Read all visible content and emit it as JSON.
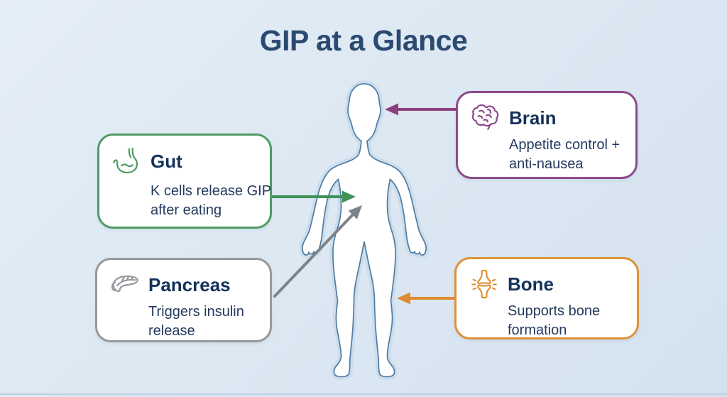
{
  "title": "GIP at a Glance",
  "theme": {
    "background": "#dde8f2",
    "title_color": "#2b4a70",
    "card_title_color": "#14325a",
    "card_text_color": "#243a5e",
    "body_outline": "#517a9e",
    "body_glow": "#c7dbed",
    "body_fill": "#ffffff",
    "baseline_color": "#becfdf"
  },
  "figure": {
    "name": "human-body-silhouette"
  },
  "cards": [
    {
      "id": "gut",
      "label": "Gut",
      "description": "K cells release GIP\nafter eating",
      "color": "#4f9c64",
      "icon": "stomach-icon"
    },
    {
      "id": "brain",
      "label": "Brain",
      "description": "Appetite control +\nanti-nausea",
      "color": "#8d4b8c",
      "icon": "brain-icon"
    },
    {
      "id": "pancreas",
      "label": "Pancreas",
      "description": "Triggers insulin\nrelease",
      "color": "#96999e",
      "icon": "pancreas-icon"
    },
    {
      "id": "bone",
      "label": "Bone",
      "description": "Supports bone\nformation",
      "color": "#df9138",
      "icon": "bone-icon"
    }
  ],
  "arrows": [
    {
      "from": "gut-card",
      "to": "abdomen",
      "color": "#3f9158"
    },
    {
      "from": "brain-card",
      "to": "head",
      "color": "#8d3f80"
    },
    {
      "from": "pancreas-card",
      "to": "upper-abdomen",
      "color": "#7d8289"
    },
    {
      "from": "bone-card",
      "to": "leg",
      "color": "#e08b30"
    }
  ]
}
